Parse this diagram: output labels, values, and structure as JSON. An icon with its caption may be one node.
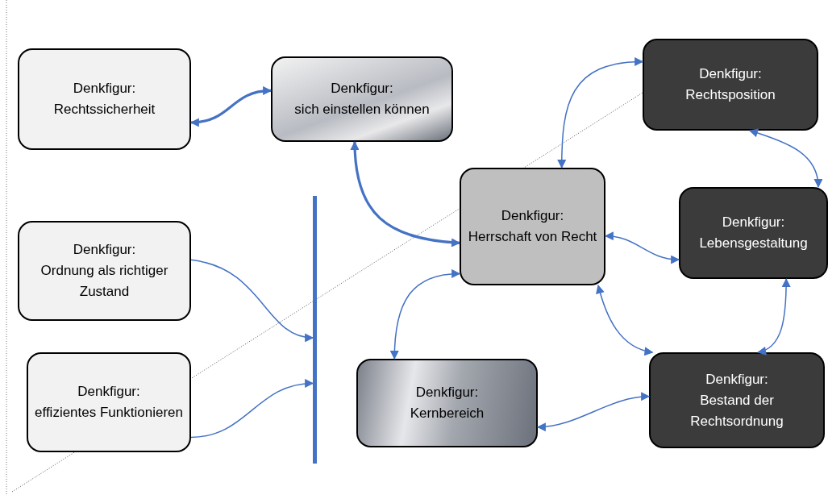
{
  "diagram": {
    "nodes": [
      {
        "text": [
          "Denkfigur:",
          "Rechtssicherheit"
        ]
      },
      {
        "text": [
          "Denkfigur:",
          "sich einstellen können"
        ]
      },
      {
        "text": [
          "Denkfigur:",
          "Rechtsposition"
        ]
      },
      {
        "text": [
          "Denkfigur:",
          "Herrschaft von Recht"
        ]
      },
      {
        "text": [
          "Denkfigur:",
          "Lebensgestaltung"
        ]
      },
      {
        "text": [
          "Denkfigur:",
          "Ordnung als richtiger Zustand"
        ]
      },
      {
        "text": [
          "Denkfigur:",
          "effizientes Funktionieren"
        ]
      },
      {
        "text": [
          "Denkfigur:",
          "Kernbereich"
        ]
      },
      {
        "text": [
          "Denkfigur:",
          "Bestand der Rechtsordnung"
        ]
      },
      {
        "text": [],
        "shape": "bar"
      }
    ],
    "edges": [
      {
        "from": 0,
        "to": 1,
        "arrow": "both",
        "style": "thick"
      },
      {
        "from": 1,
        "to": 3,
        "arrow": "both",
        "style": "thick"
      },
      {
        "from": 3,
        "to": 2,
        "arrow": "both"
      },
      {
        "from": 2,
        "to": 4,
        "arrow": "both"
      },
      {
        "from": 3,
        "to": 4,
        "arrow": "both"
      },
      {
        "from": 3,
        "to": 7,
        "arrow": "both"
      },
      {
        "from": 3,
        "to": 8,
        "arrow": "both"
      },
      {
        "from": 4,
        "to": 8,
        "arrow": "both"
      },
      {
        "from": 7,
        "to": 8,
        "arrow": "both"
      },
      {
        "from": 5,
        "to": 9,
        "arrow": "to"
      },
      {
        "from": 6,
        "to": 9,
        "arrow": "to"
      }
    ]
  }
}
